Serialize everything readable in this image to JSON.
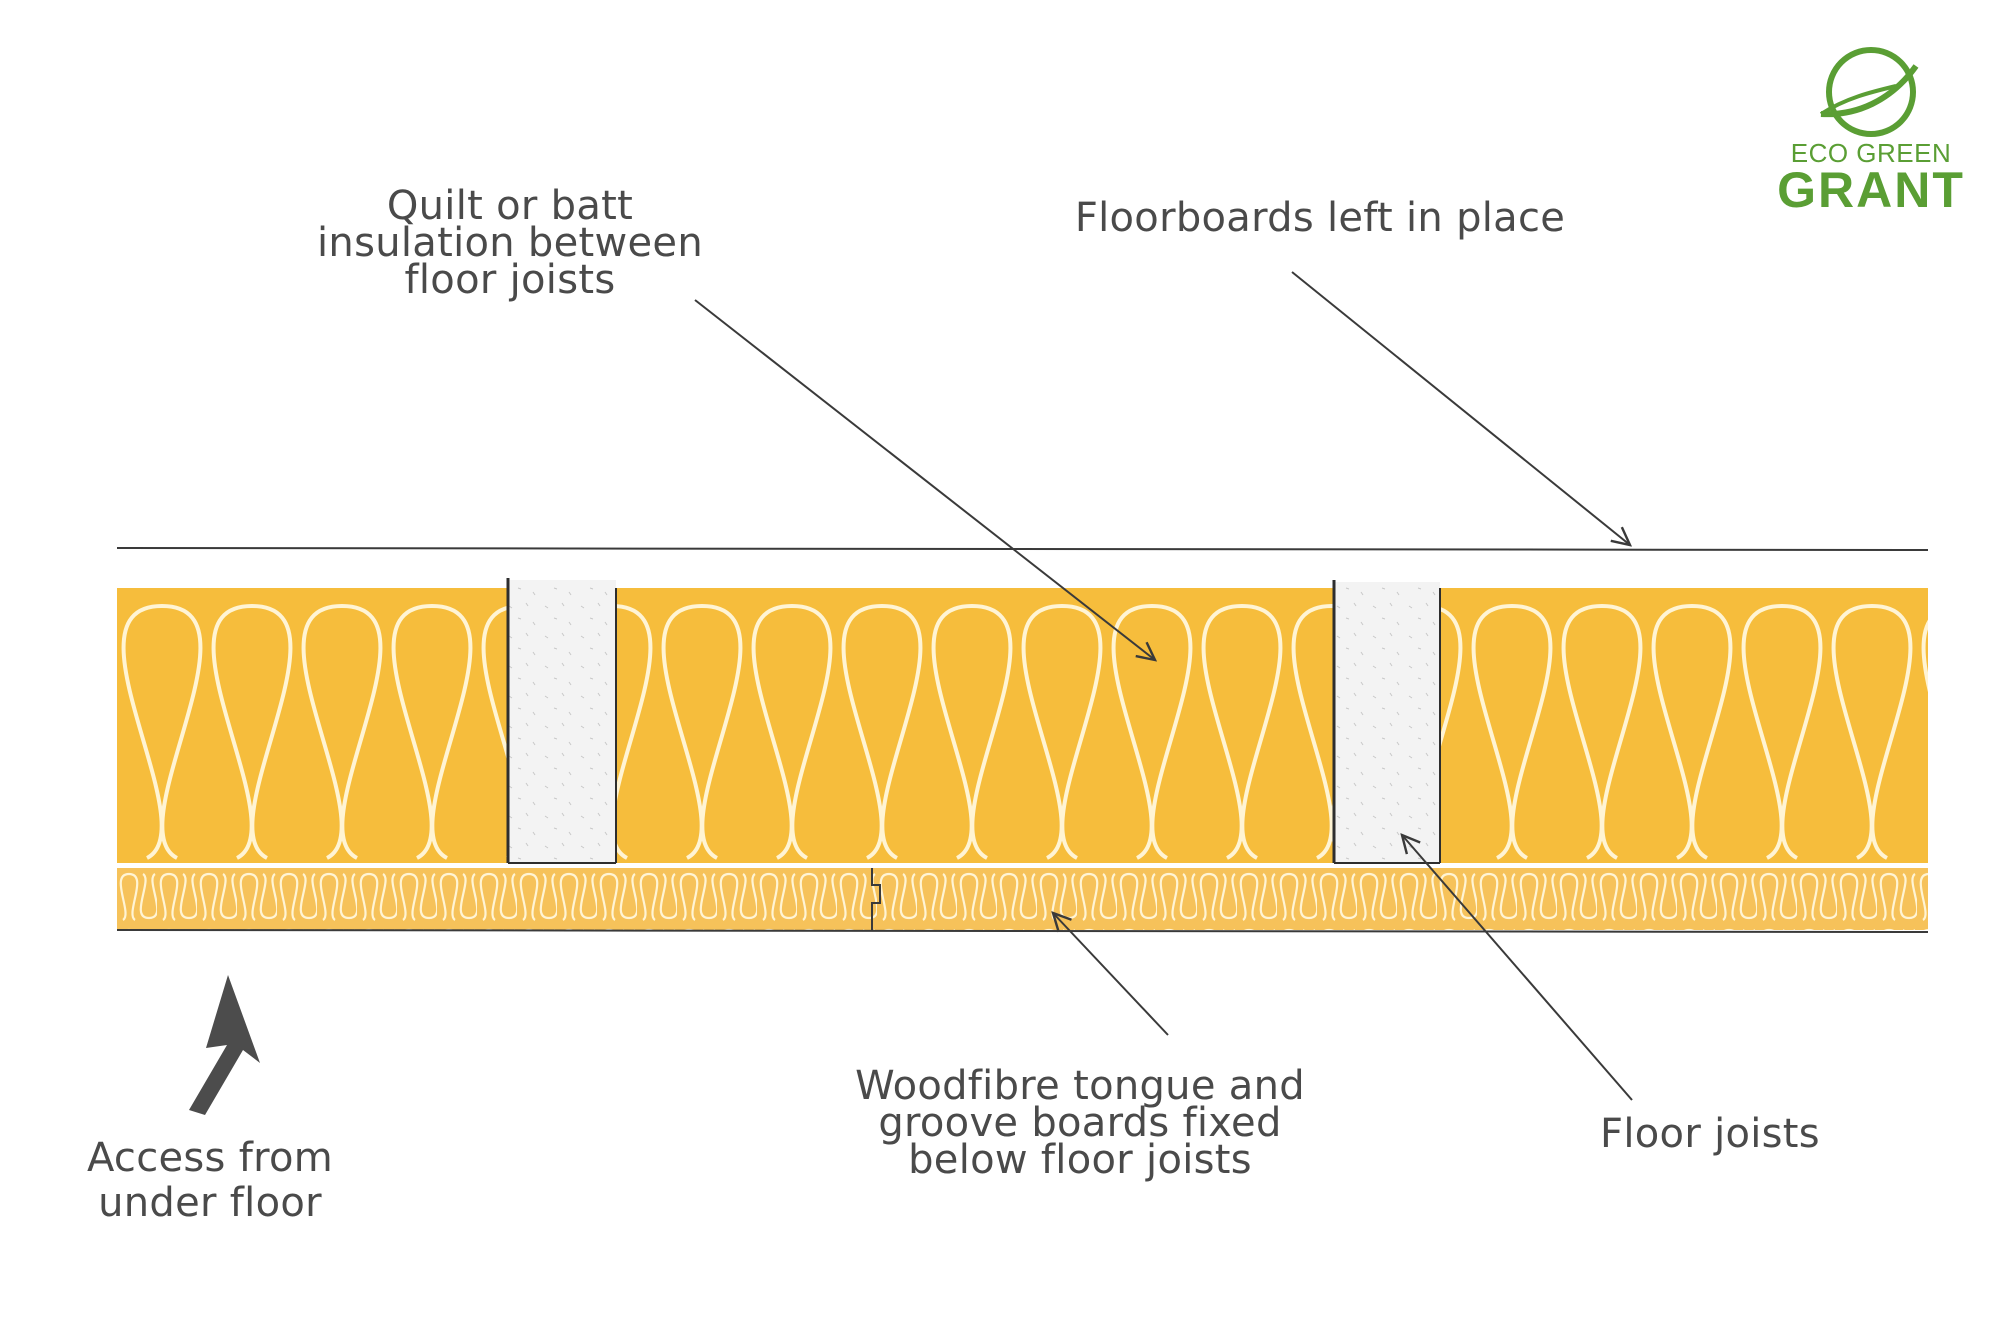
{
  "brand": {
    "line1": "ECO GREEN",
    "line2": "GRANT",
    "color": "#5a9e34"
  },
  "labels": {
    "insulation": [
      "Quilt or batt",
      "insulation between",
      "floor joists"
    ],
    "floorboards": "Floorboards left in place",
    "woodfibre": [
      "Woodfibre tongue and",
      "groove boards fixed",
      "below floor joists"
    ],
    "joists": "Floor joists",
    "access": [
      "Access from",
      "under floor"
    ]
  },
  "colors": {
    "insulation": "#f6bd3c",
    "woodfibre": "#f6c25a",
    "curl": "#fff4d4",
    "joist": "#f3f3f3",
    "line": "#3a3a3a",
    "text": "#4a4a4a",
    "access_arrow": "#4c4c4c"
  },
  "icons": {
    "logo": "leaf-circle-icon",
    "access_arrow": "thick-arrow-icon"
  }
}
